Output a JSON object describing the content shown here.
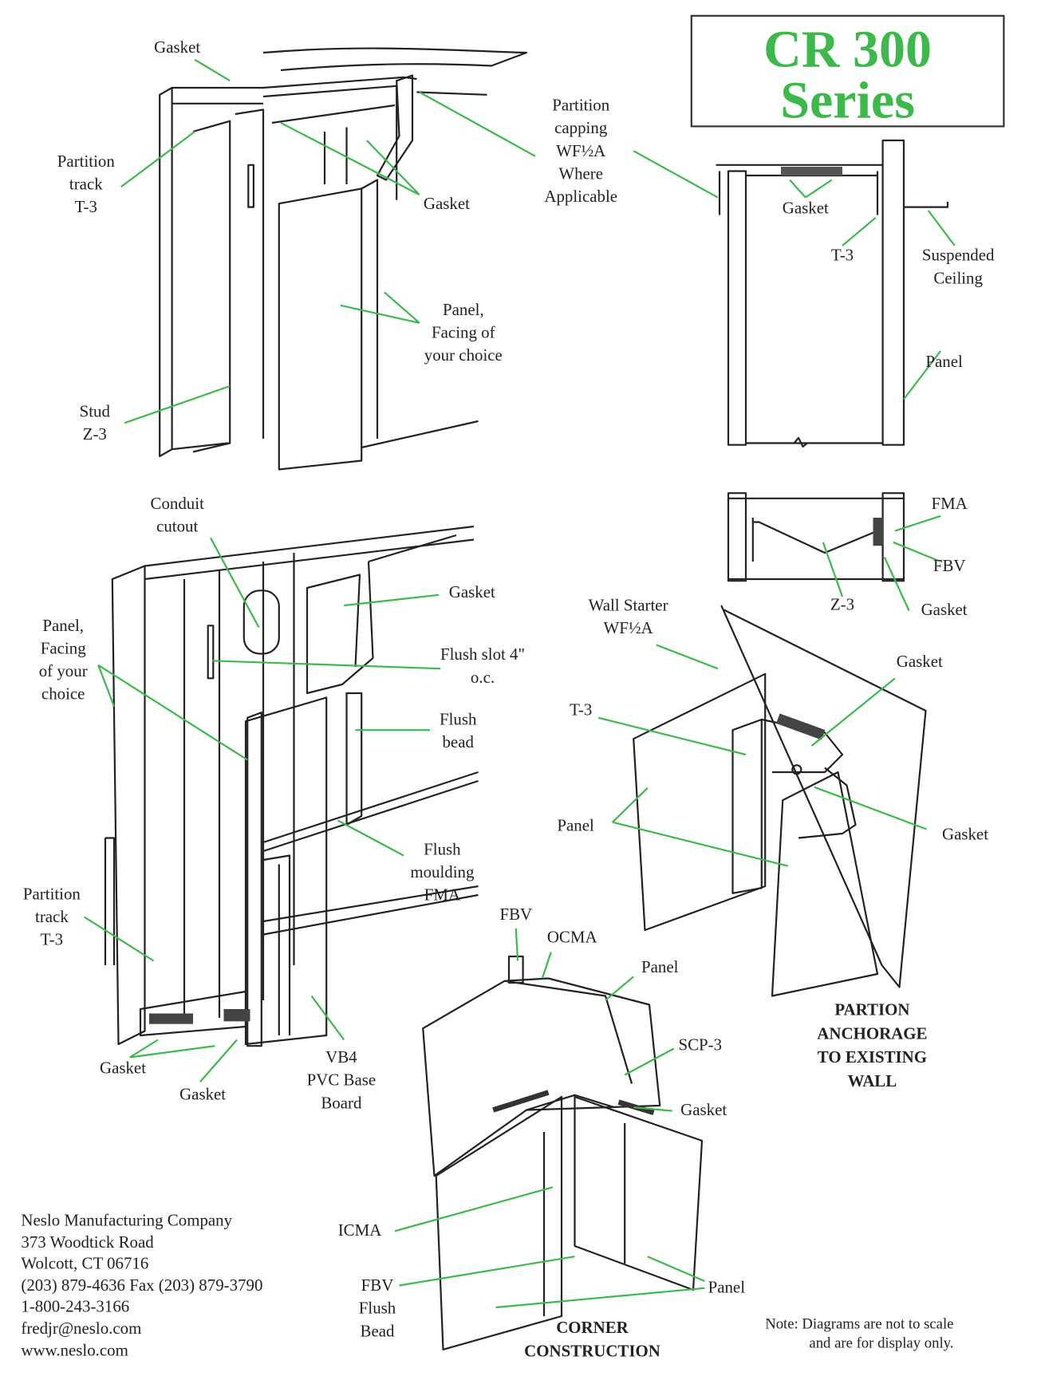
{
  "title": {
    "line1": "CR 300",
    "line2": "Series",
    "color": "#3cb94a"
  },
  "leader_color": "#3cb94a",
  "labels": {
    "gasket_top": "Gasket",
    "partition_track_top": "Partition\ntrack\nT-3",
    "gasket_mid": "Gasket",
    "partition_capping": "Partition\ncapping\nWF½A\nWhere\nApplicable",
    "panel_facing_top": "Panel,\nFacing of\nyour choice",
    "stud": "Stud\nZ-3",
    "gasket_section": "Gasket",
    "t3_section": "T-3",
    "suspended_ceiling": "Suspended\nCeiling",
    "panel_section": "Panel",
    "fma_section": "FMA",
    "fbv_section": "FBV",
    "z3_section": "Z-3",
    "gasket_section_bottom": "Gasket",
    "conduit_cutout": "Conduit\ncutout",
    "gasket_lower": "Gasket",
    "panel_facing_lower": "Panel,\nFacing\nof your\nchoice",
    "flush_slot": "Flush slot 4\"\no.c.",
    "flush_bead": "Flush\nbead",
    "flush_moulding": "Flush\nmoulding\nFMA",
    "partition_track_lower": "Partition\ntrack\nT-3",
    "gasket_base_1": "Gasket",
    "gasket_base_2": "Gasket",
    "vb4": "VB4\nPVC Base\nBoard",
    "wall_starter": "Wall Starter\nWF½A",
    "gasket_anchor_top": "Gasket",
    "t3_anchor": "T-3",
    "panel_anchor": "Panel",
    "gasket_anchor": "Gasket",
    "fbv_corner": "FBV",
    "ocma": "OCMA",
    "panel_corner_top": "Panel",
    "scp3": "SCP-3",
    "gasket_corner": "Gasket",
    "icma": "ICMA",
    "fbv_flush_bead": "FBV\nFlush\nBead",
    "panel_corner_bottom": "Panel"
  },
  "captions": {
    "anchorage": "PARTION\nANCHORAGE\nTO EXISTING\nWALL",
    "corner": "CORNER\nCONSTRUCTION"
  },
  "address": "Neslo Manufacturing Company\n373 Woodtick Road\nWolcott, CT 06716\n(203) 879-4636 Fax (203) 879-3790\n1-800-243-3166\nfredjr@neslo.com\nwww.neslo.com",
  "note": "Note: Diagrams are not to scale\nand are for display only."
}
